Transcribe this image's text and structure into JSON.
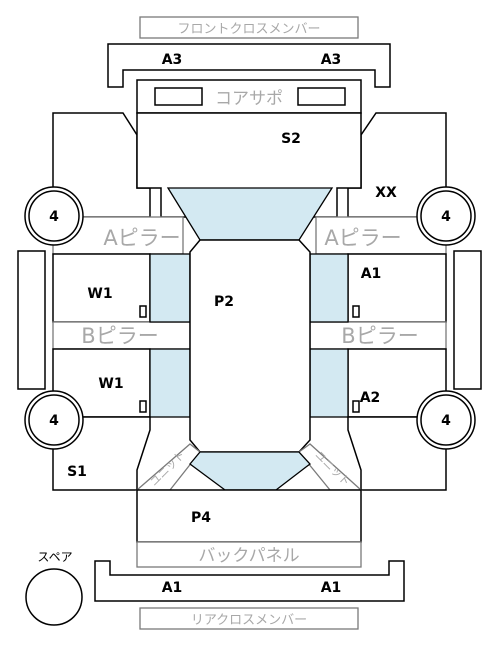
{
  "panels": {
    "front_cross_member": "フロントクロスメンバー",
    "core_support": "コアサポ",
    "a_pillar": "Aピラー",
    "b_pillar": "Bピラー",
    "back_panel": "バックパネル",
    "rear_cross_member": "リアクロスメンバー",
    "unit_left": "ユニット",
    "unit_right": "ユニット",
    "spare": "スペア"
  },
  "grades": {
    "front_cross_left": "A3",
    "front_cross_right": "A3",
    "bonnet": "S2",
    "right_front_fender": "XX",
    "left_front_door": "W1",
    "left_rear_door": "W1",
    "right_front_door": "A1",
    "right_rear_door": "A2",
    "roof": "P2",
    "left_rear_fender": "S1",
    "trunk": "P4",
    "rear_cross_left": "A1",
    "rear_cross_right": "A1"
  },
  "tires": {
    "front_left": "4",
    "front_right": "4",
    "rear_left": "4",
    "rear_right": "4"
  }
}
